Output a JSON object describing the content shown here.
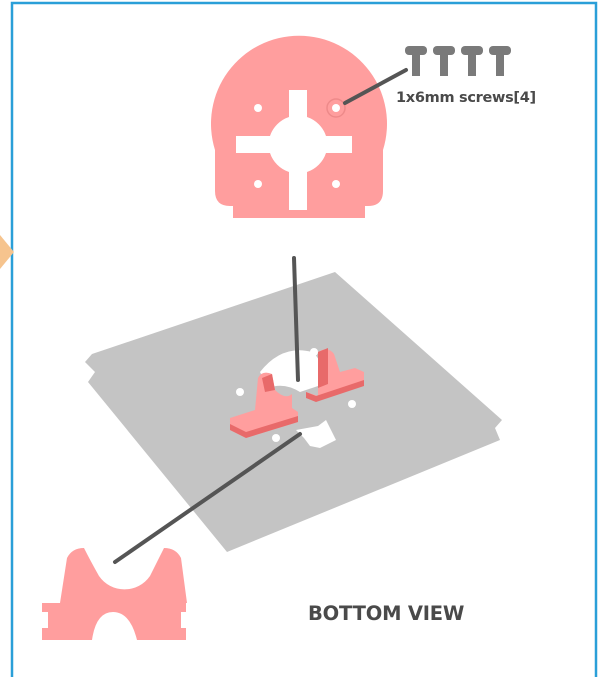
{
  "labels": {
    "screws": "1x6mm screws[4]",
    "view": "BOTTOM VIEW"
  },
  "parts": {
    "screw_count": 4
  },
  "colors": {
    "frame_border": "#2a9fd8",
    "part_pink": "#ff9e9e",
    "part_pink_dark": "#e86a6a",
    "plate_gray": "#c4c4c4",
    "screw_gray": "#7a7a7a",
    "leader_line": "#555555",
    "text": "#4a4a4a",
    "step_arrow": "#f6c48e"
  }
}
